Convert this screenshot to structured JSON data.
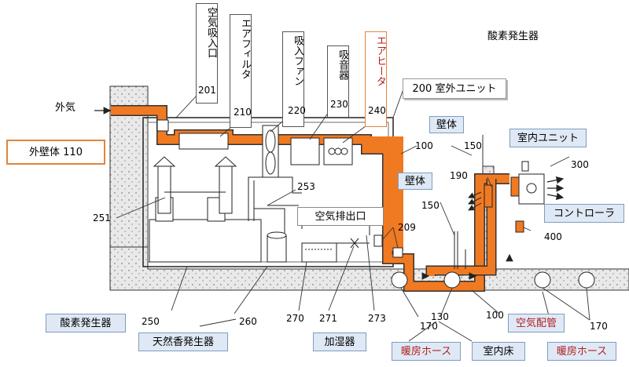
{
  "labels": {
    "outside_air": "外気",
    "outer_wall": "外壁体 110",
    "oxygen_generator_top": "酸素発生器",
    "air_intake": "空気吸入口",
    "air_intake_num": "201",
    "air_filter": "エアフィルタ",
    "air_filter_num": "210",
    "intake_fan": "吸入ファン",
    "intake_fan_num": "220",
    "silencer": "吸音器",
    "silencer_num": "230",
    "air_heater": "エアヒータ",
    "air_heater_num": "240",
    "outdoor_unit": "200 室外ユニット",
    "wall_a": "壁体",
    "wall_a_num": "150",
    "indoor_unit": "室内ユニット",
    "indoor_unit_num": "300",
    "wall_b": "壁体",
    "wall_b_num": "150",
    "num_190": "190",
    "num_100_a": "100",
    "controller": "コントローラ",
    "controller_num": "400",
    "exhaust": "空気排出口",
    "num_209": "209",
    "num_253": "253",
    "num_251": "251",
    "oxygen_generator_bottom": "酸素発生器",
    "num_250": "250",
    "num_260": "260",
    "natural_incense_generator": "天然香発生器",
    "num_270": "270",
    "num_271": "271",
    "num_273": "273",
    "humidifier": "加湿器",
    "num_170_a": "170",
    "num_130": "130",
    "num_100_b": "100",
    "air_pipe": "空気配管",
    "num_170_b": "170",
    "heating_hose_a": "暖房ホース",
    "indoor_floor": "室内床",
    "heating_hose_b": "暖房ホース"
  },
  "colors": {
    "pipe": "#f07a22",
    "ground": "#e6e6e6",
    "label_blue": "#dfe9f5",
    "label_orange_border": "#e4843b",
    "red_text": "#b01e1e"
  }
}
